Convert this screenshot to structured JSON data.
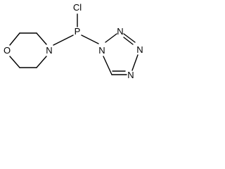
{
  "molecule": {
    "atoms": {
      "oxygen": "O",
      "nitrogen_morpholine": "N",
      "phosphorus": "P",
      "chlorine": "Cl",
      "nitrogen_tetrazole_1": "N",
      "nitrogen_tetrazole_2": "N",
      "nitrogen_tetrazole_3": "N",
      "nitrogen_tetrazole_4": "N"
    },
    "colors": {
      "bond": "#000000",
      "label": "#000000",
      "background": "#ffffff"
    }
  }
}
